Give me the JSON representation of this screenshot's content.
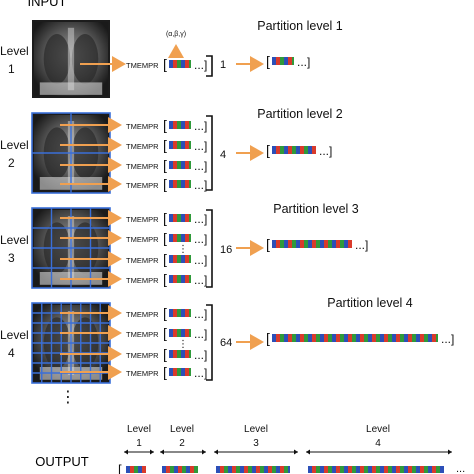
{
  "input_label": "INPUT",
  "output_label": "OUTPUT",
  "colors": {
    "arrow": "#f0a050",
    "red": "#d93a2b",
    "green": "#2f9a3a",
    "blue": "#2c4fb8",
    "grid": "#3a6fd8",
    "xray_dark": "#1c1c1c",
    "xray_light": "#c8c8c8"
  },
  "method_label": "TMEMPR",
  "param_label": "(α,β,γ)",
  "bracket_open": "[",
  "bracket_close": "]",
  "ellipsis_close": "...]",
  "vdots": "⋮",
  "levels": [
    {
      "level_word": "Level",
      "level_num": "1",
      "count": "1",
      "partition_title": "Partition level 1",
      "grid": 1,
      "tmempr_rows": 1
    },
    {
      "level_word": "Level",
      "level_num": "2",
      "count": "4",
      "partition_title": "Partition level 2",
      "grid": 2,
      "tmempr_rows": 4
    },
    {
      "level_word": "Level",
      "level_num": "3",
      "count": "16",
      "partition_title": "Partition level 3",
      "grid": 4,
      "tmempr_rows": 4
    },
    {
      "level_word": "Level",
      "level_num": "4",
      "count": "64",
      "partition_title": "Partition level  4",
      "grid": 8,
      "tmempr_rows": 4
    }
  ],
  "more_levels": "⋮",
  "output_segments": [
    {
      "label_word": "Level",
      "label_num": "1"
    },
    {
      "label_word": "Level",
      "label_num": "2"
    },
    {
      "label_word": "Level",
      "label_num": "3"
    },
    {
      "label_word": "Level",
      "label_num": "4"
    }
  ],
  "output_tail": "..."
}
